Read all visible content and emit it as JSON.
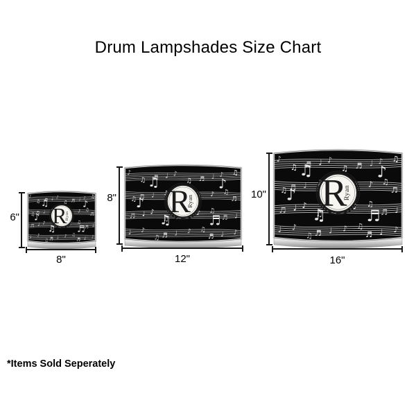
{
  "title": "Drum Lampshades Size Chart",
  "footnote": "*Items Sold Seperately",
  "monogram": {
    "initial": "R",
    "name": "Ryan"
  },
  "shades": [
    {
      "id": "small",
      "height_label": "6\"",
      "width_label": "8\"",
      "pattern": "musical-notes"
    },
    {
      "id": "medium",
      "height_label": "8\"",
      "width_label": "12\"",
      "pattern": "musical-notes"
    },
    {
      "id": "large",
      "height_label": "10\"",
      "width_label": "16\"",
      "pattern": "musical-notes"
    }
  ],
  "colors": {
    "background": "#ffffff",
    "shade_body": "#0a0a0a",
    "shade_rim": "#d8d8d8",
    "staff_line": "#c4c4c4",
    "note": "#ffffff",
    "badge_fill": "#f7f6f0",
    "badge_ring": "#1b1b1b",
    "base_top": "#ffffff",
    "base_bottom": "#8c8c8c",
    "dimension": "#161616",
    "text": "#000000"
  }
}
